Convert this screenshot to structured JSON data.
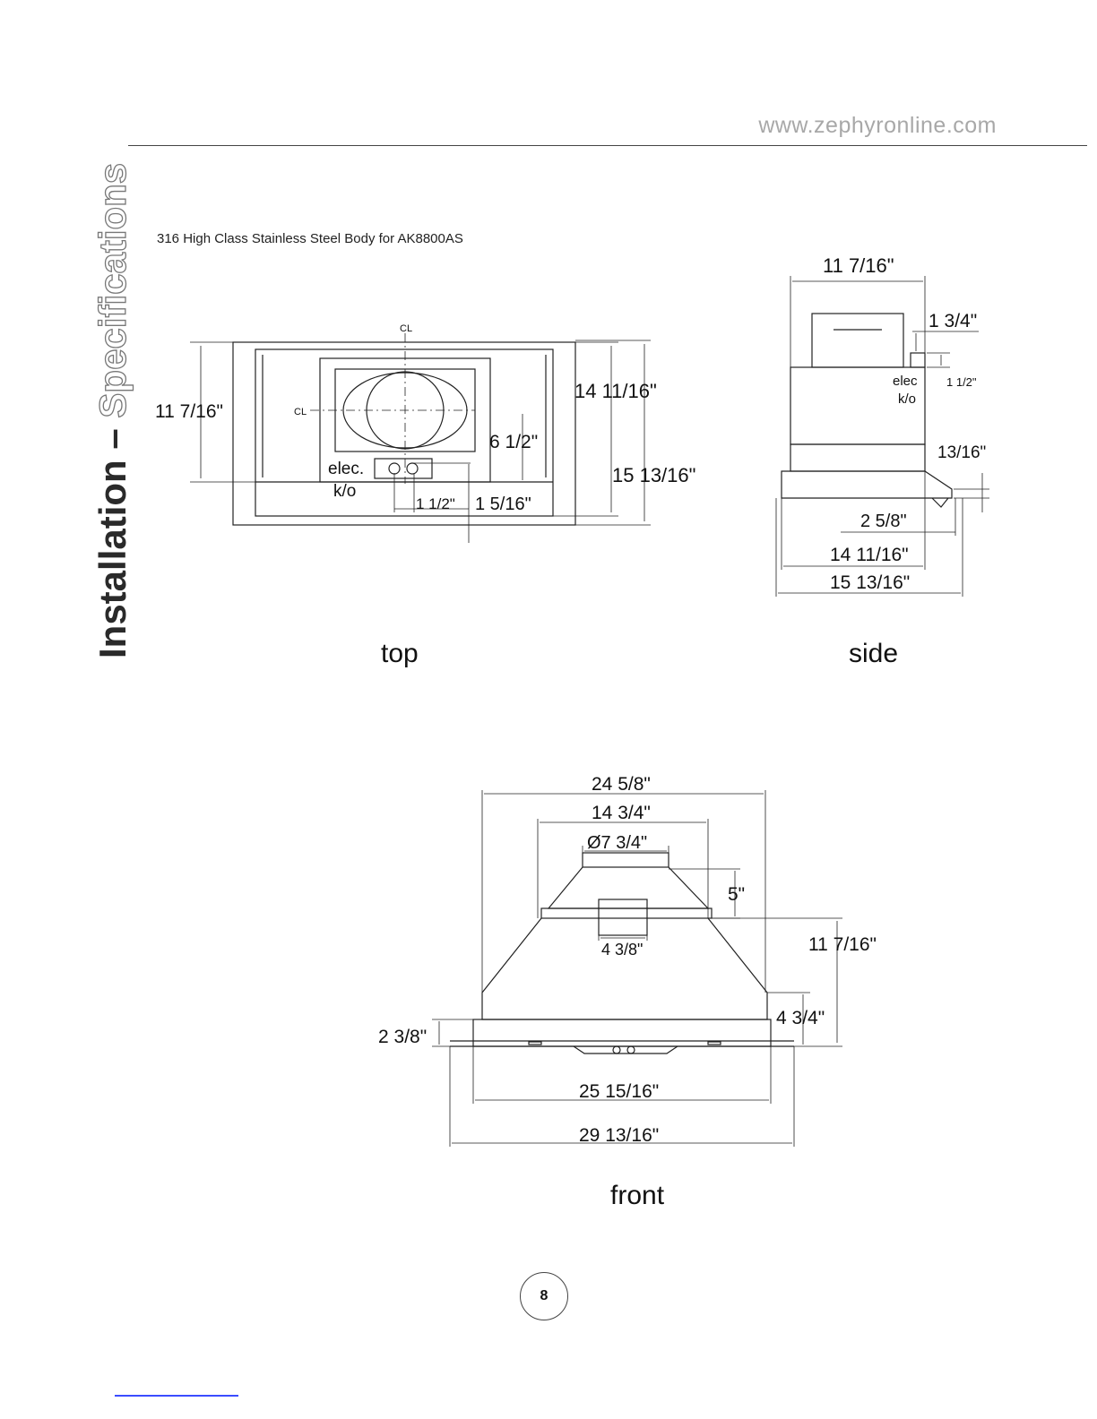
{
  "header": {
    "url": "www.zephyronline.com"
  },
  "side_tab": {
    "part1": "Installation",
    "dash": " – ",
    "part2": "Specifications"
  },
  "subtitle": "316 High Class Stainless Steel Body for AK8800AS",
  "views": {
    "top": {
      "label": "top",
      "centerline": "CL",
      "elec_label": "elec.",
      "ko_label": "k/o",
      "dims": {
        "left_height": "11 7/16\"",
        "depth_inner": "14 11/16\"",
        "depth_outer": "15 13/16\"",
        "duct_offset": "6 1/2\"",
        "elec_offset_a": "1 1/2\"",
        "elec_offset_b": "1 5/16\""
      }
    },
    "side": {
      "label": "side",
      "elec_label": "elec",
      "ko_label": "k/o",
      "dims": {
        "top_width": "11 7/16\"",
        "elec_height": "1 3/4\"",
        "elec_depth": "1 1/2\"",
        "lip": "13/16\"",
        "front_overhang": "2 5/8\"",
        "depth_inner": "14 11/16\"",
        "depth_outer": "15 13/16\""
      }
    },
    "front": {
      "label": "front",
      "dims": {
        "body_width": "24 5/8\"",
        "duct_base_width": "14 3/4\"",
        "duct_diameter": "Ø7 3/4\"",
        "duct_height": "5\"",
        "elec_width": "4 3/8\"",
        "overall_height": "11 7/16\"",
        "liner_height": "4 3/4\"",
        "flange_height": "2 3/8\"",
        "bottom_width": "25 15/16\"",
        "flange_width": "29 13/16\""
      }
    }
  },
  "page_number": "8"
}
